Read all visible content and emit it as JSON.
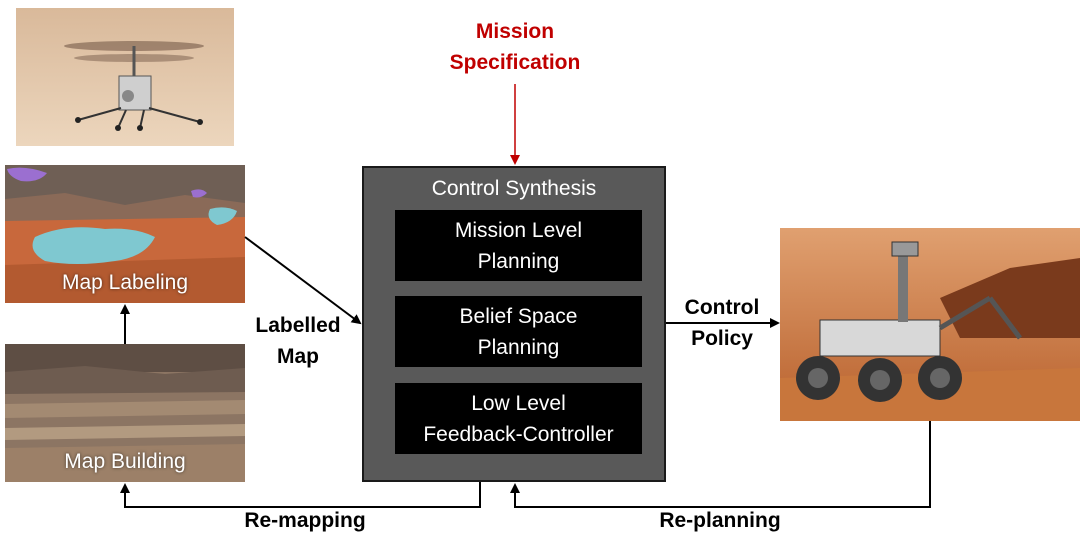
{
  "synthesis": {
    "title": "Control Synthesis",
    "blocks": [
      {
        "label": "Mission Level\nPlanning"
      },
      {
        "label": "Belief Space\nPlanning"
      },
      {
        "label": "Low Level\nFeedback-Controller"
      }
    ]
  },
  "labels": {
    "mission_spec": "Mission\nSpecification",
    "labelled_map": "Labelled\nMap",
    "control_policy": "Control\nPolicy",
    "remapping": "Re-mapping",
    "replanning": "Re-planning"
  },
  "images": {
    "map_labeling_caption": "Map Labeling",
    "map_building_caption": "Map Building"
  },
  "colors": {
    "mission_spec": "#c00000",
    "synthesis_bg": "#595959",
    "block_bg": "#000000"
  }
}
